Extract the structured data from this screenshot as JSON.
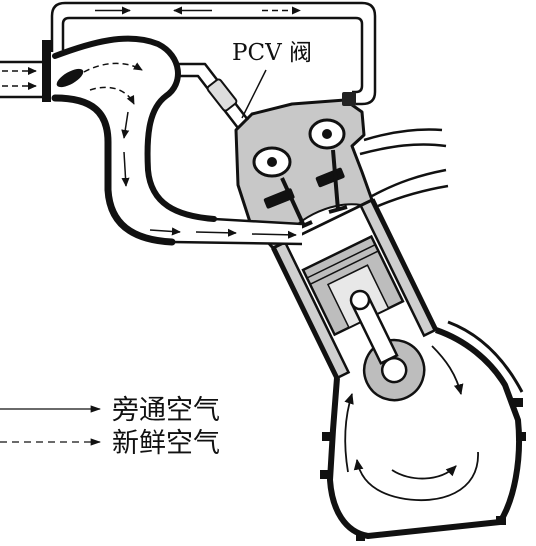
{
  "diagram": {
    "pcv_label": "PCV 阀"
  },
  "legend": {
    "items": [
      {
        "label": "旁通空气"
      },
      {
        "label": "新鲜空气"
      }
    ]
  }
}
